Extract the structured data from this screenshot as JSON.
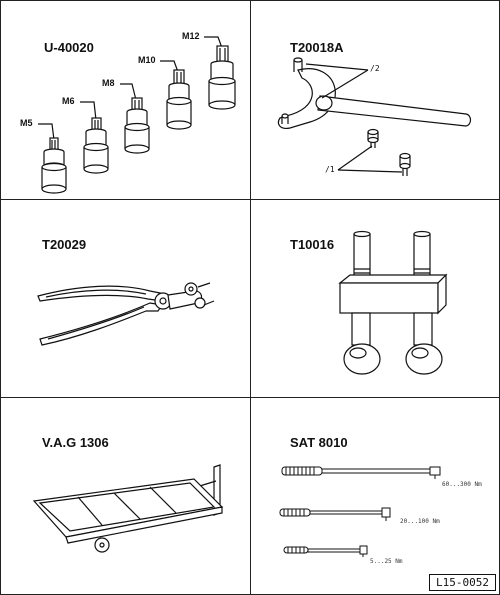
{
  "tools": [
    {
      "id": "u40020",
      "title": "U-40020",
      "sizes": [
        "M5",
        "M6",
        "M8",
        "M10",
        "M12"
      ]
    },
    {
      "id": "t20018a",
      "title": "T20018A",
      "callouts": [
        "/2",
        "/1"
      ]
    },
    {
      "id": "t20029",
      "title": "T20029"
    },
    {
      "id": "t10016",
      "title": "T10016"
    },
    {
      "id": "vag1306",
      "title": "V.A.G 1306"
    },
    {
      "id": "sat8010",
      "title": "SAT 8010",
      "ranges": [
        "60...300 Nm",
        "20...100 Nm",
        "5...25 Nm"
      ]
    }
  ],
  "figure_code": "L15-0052"
}
